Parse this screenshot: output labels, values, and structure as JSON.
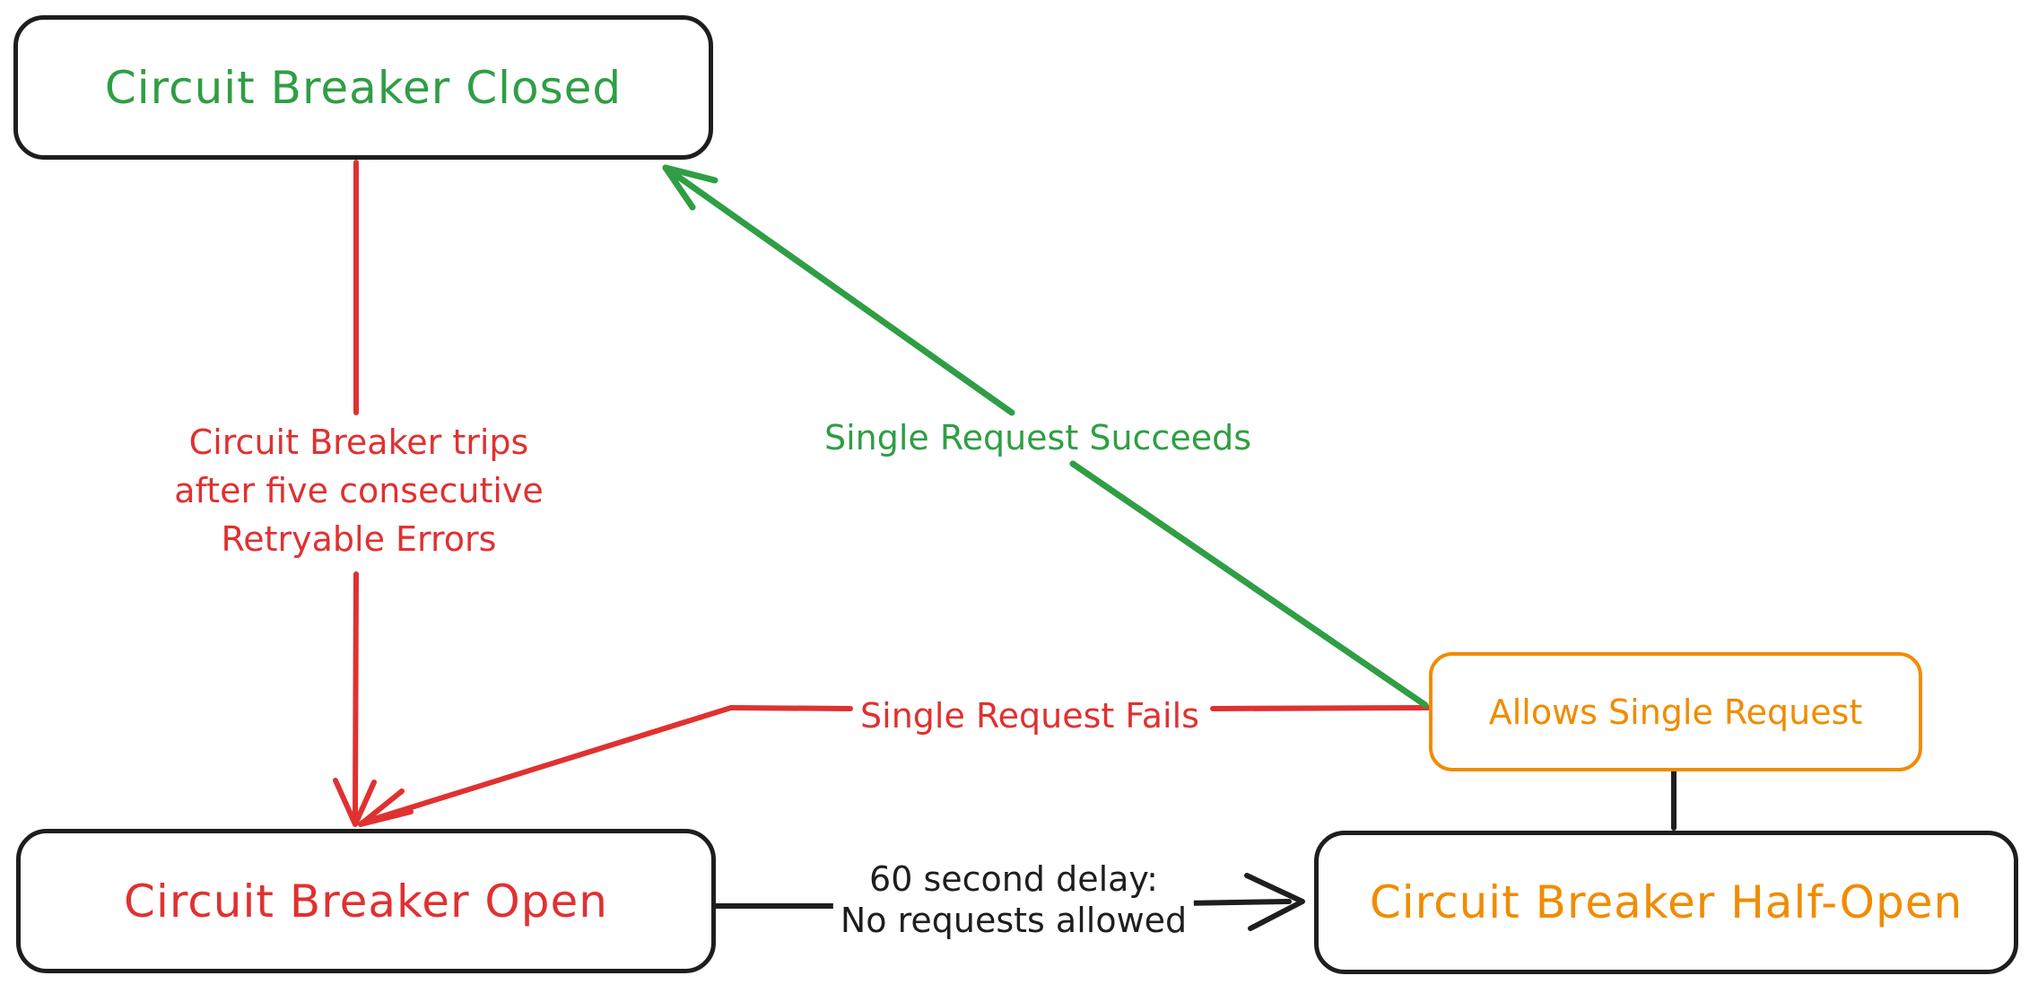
{
  "colors": {
    "black": "#1e1e1e",
    "red": "#e03131",
    "green": "#2f9e44",
    "orange": "#f08c00",
    "background": "#ffffff"
  },
  "nodes": {
    "closed": {
      "label": "Circuit Breaker Closed",
      "text_color": "#2f9e44",
      "border_color": "#1e1e1e"
    },
    "open": {
      "label": "Circuit Breaker Open",
      "text_color": "#e03131",
      "border_color": "#1e1e1e"
    },
    "half_open": {
      "label": "Circuit Breaker Half-Open",
      "text_color": "#f08c00",
      "border_color": "#1e1e1e"
    },
    "allows_single_request": {
      "label": "Allows Single Request",
      "text_color": "#f08c00",
      "border_color": "#f08c00"
    }
  },
  "edges": {
    "trips": {
      "from": "closed",
      "to": "open",
      "color": "#e03131",
      "label_lines": [
        "Circuit Breaker trips",
        "after five consecutive",
        "Retryable Errors"
      ]
    },
    "succeeds": {
      "from": "allows_single_request",
      "to": "closed",
      "color": "#2f9e44",
      "label": "Single Request Succeeds"
    },
    "fails": {
      "from": "allows_single_request",
      "to": "open",
      "color": "#e03131",
      "label": "Single Request Fails"
    },
    "delay": {
      "from": "open",
      "to": "half_open",
      "color": "#1e1e1e",
      "label_lines": [
        "60 second delay:",
        "No requests allowed"
      ]
    },
    "probe": {
      "from": "half_open",
      "to": "allows_single_request",
      "color": "#1e1e1e"
    }
  }
}
